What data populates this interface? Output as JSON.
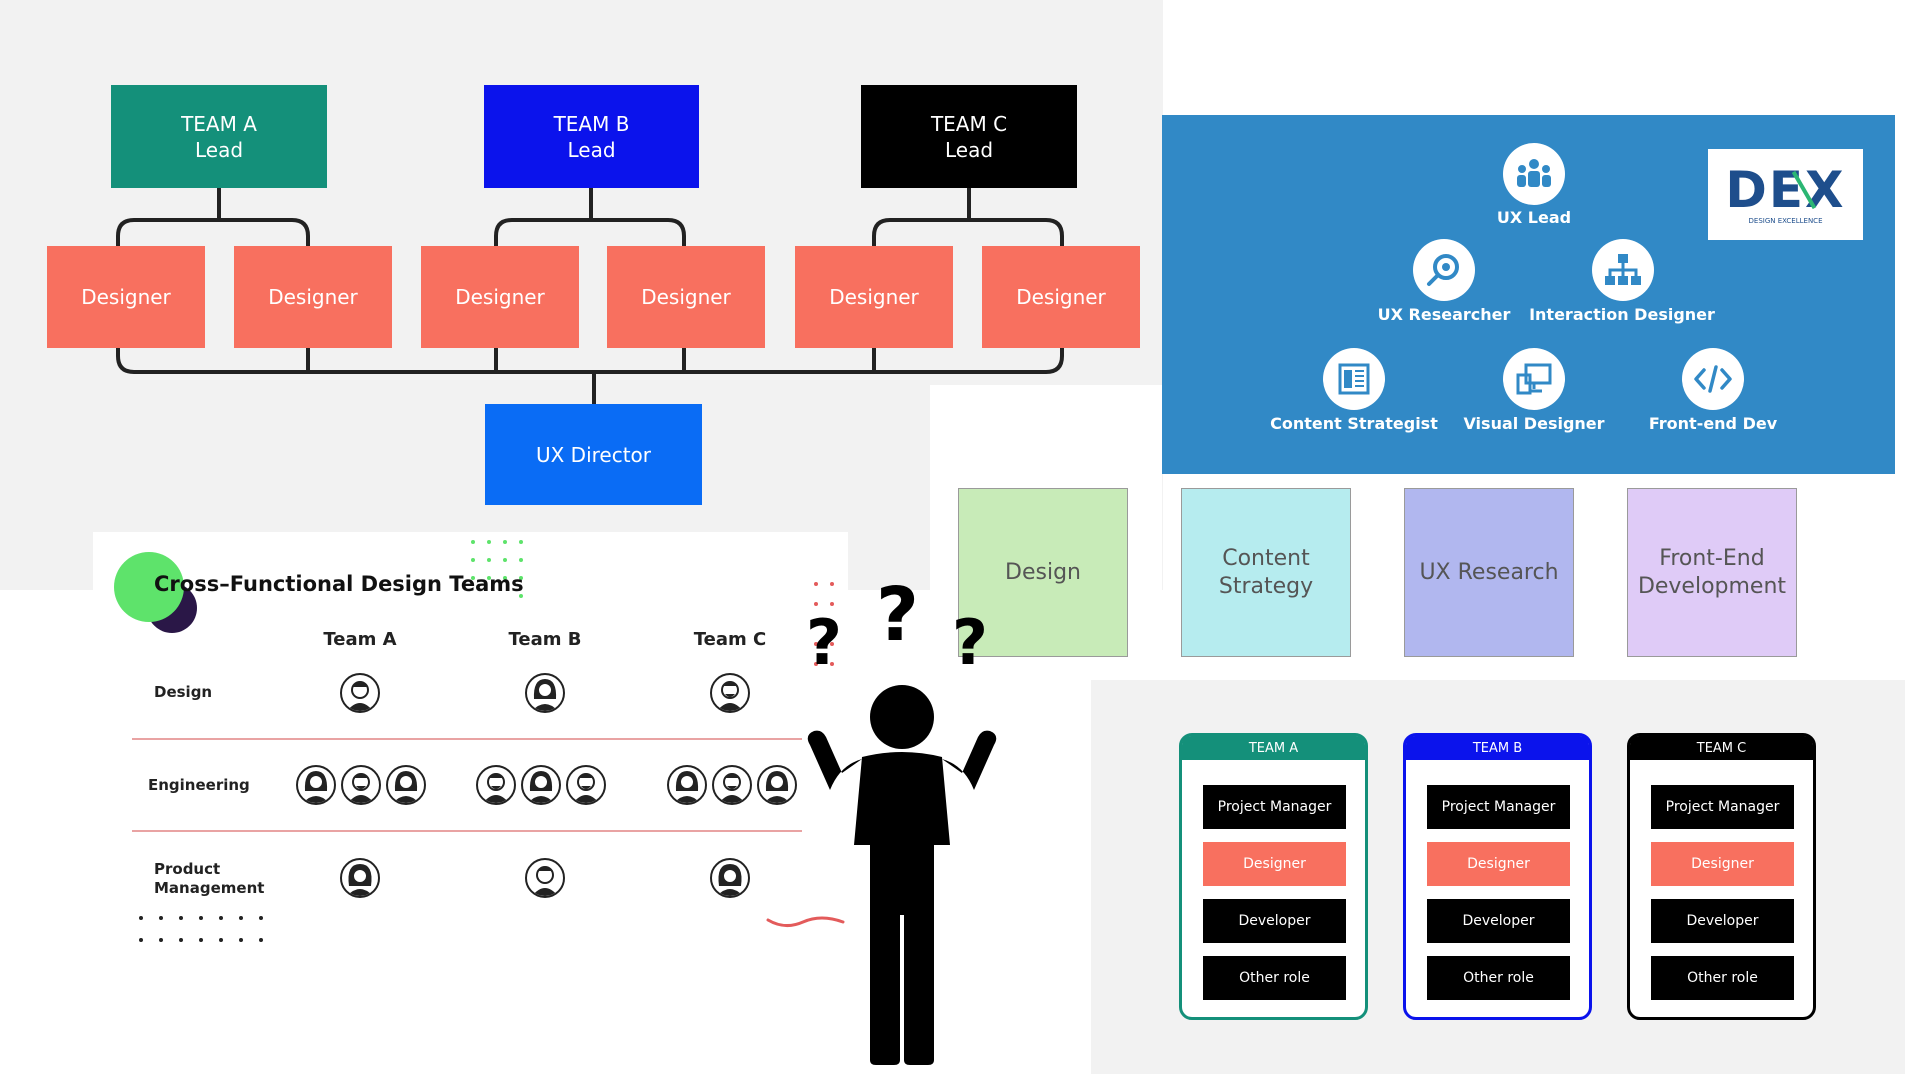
{
  "org_chart": {
    "leads": [
      {
        "label": "TEAM A\nLead",
        "color": "#14907a"
      },
      {
        "label": "TEAM B\nLead",
        "color": "#0b13ec"
      },
      {
        "label": "TEAM C\nLead",
        "color": "#000000"
      }
    ],
    "designer_label": "Designer",
    "director": "UX Director",
    "colors": {
      "designer": "#f8705f",
      "director": "#0a6cf5",
      "connector": "#222222"
    }
  },
  "dex_panel": {
    "logo_text": "DEX",
    "logo_subtext": "DESIGN EXCELLENCE",
    "roles": [
      {
        "label": "UX Lead",
        "icon": "team-icon"
      },
      {
        "label": "UX Researcher",
        "icon": "magnifier-eye-icon"
      },
      {
        "label": "Interaction Designer",
        "icon": "hierarchy-icon"
      },
      {
        "label": "Content Strategist",
        "icon": "document-icon"
      },
      {
        "label": "Visual Designer",
        "icon": "devices-icon"
      },
      {
        "label": "Front-end Dev",
        "icon": "code-icon"
      }
    ],
    "colors": {
      "background": "#3189c6",
      "logo_accent": "#2bb673",
      "logo_main": "#1e4e8c"
    }
  },
  "disciplines": [
    {
      "label": "Design",
      "color": "#c8ebb8"
    },
    {
      "label": "Content\nStrategy",
      "color": "#b6ecef"
    },
    {
      "label": "UX Research",
      "color": "#b1b7ef"
    },
    {
      "label": "Front-End\nDevelopment",
      "color": "#dfcbf7"
    }
  ],
  "cross_functional": {
    "title": "Cross–Functional Design Teams",
    "columns": [
      "Team A",
      "Team B",
      "Team C"
    ],
    "rows": [
      {
        "label": "Design",
        "counts": [
          1,
          1,
          1
        ]
      },
      {
        "label": "Engineering",
        "counts": [
          3,
          3,
          3
        ]
      },
      {
        "label": "Product\nManagement",
        "counts": [
          1,
          1,
          1
        ]
      }
    ],
    "colors": {
      "accent_green": "#5ee36b",
      "accent_purple": "#2a1747",
      "divider": "#e9a3a3"
    }
  },
  "confused_person": {
    "symbols": [
      "?",
      "?",
      "?"
    ]
  },
  "team_cards": [
    {
      "title": "TEAM A",
      "color": "#14907a",
      "roles": [
        "Project Manager",
        "Designer",
        "Developer",
        "Other role"
      ]
    },
    {
      "title": "TEAM B",
      "color": "#0b13ec",
      "roles": [
        "Project Manager",
        "Designer",
        "Developer",
        "Other role"
      ]
    },
    {
      "title": "TEAM C",
      "color": "#000000",
      "roles": [
        "Project Manager",
        "Designer",
        "Developer",
        "Other role"
      ]
    }
  ]
}
